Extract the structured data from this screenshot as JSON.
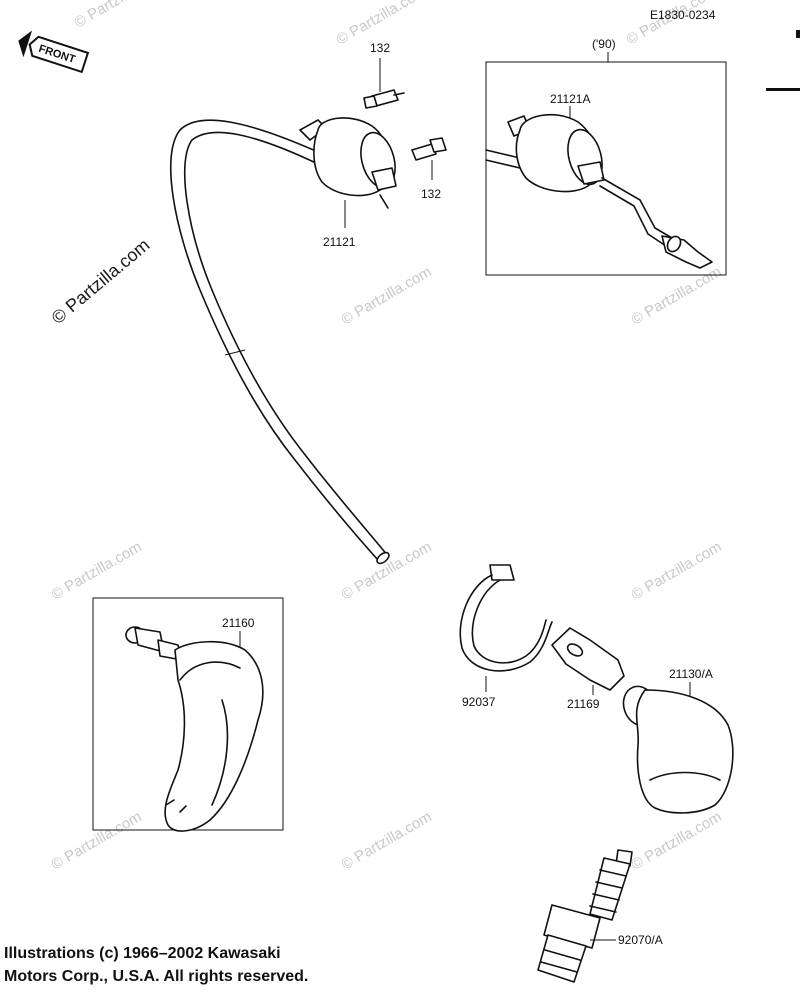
{
  "diagram": {
    "ref_code": "E1830-0234",
    "front_label": "FRONT",
    "year_note": "('90)",
    "watermark": "© Partzilla.com",
    "parts": {
      "bolt_upper": "132",
      "bolt_lower": "132",
      "coil": "21121",
      "coil_90": "21121A",
      "cap_left": "21160",
      "band": "92037",
      "clip": "21169",
      "cap_right": "21130/A",
      "spark_plug": "92070/A"
    }
  },
  "copyright": {
    "line1": "Illustrations (c) 1966–2002 Kawasaki",
    "line2": "Motors Corp., U.S.A.  All rights reserved."
  }
}
